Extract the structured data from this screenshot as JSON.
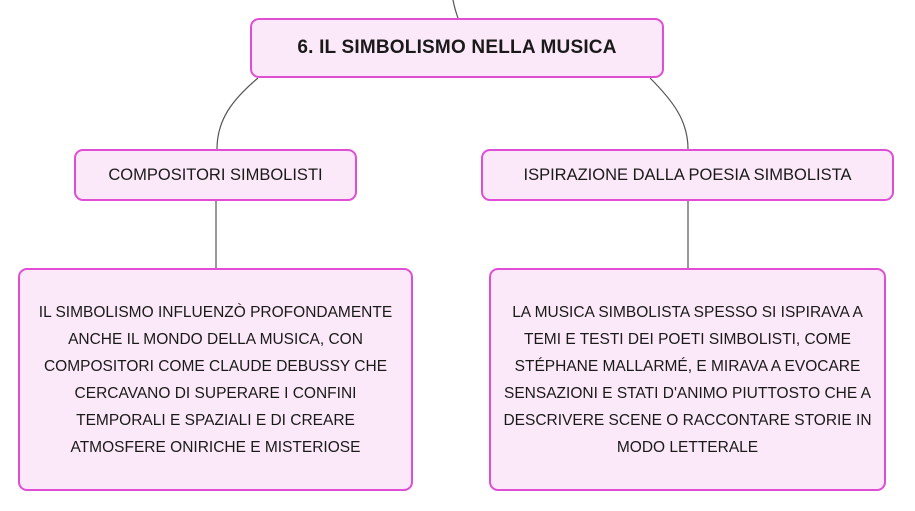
{
  "root": {
    "title": "6. IL SIMBOLISMO NELLA MUSICA"
  },
  "branches": [
    {
      "label": "COMPOSITORI SIMBOLISTI",
      "details": "IL SIMBOLISMO INFLUENZÒ PROFONDAMENTE ANCHE IL MONDO DELLA MUSICA, CON COMPOSITORI COME CLAUDE DEBUSSY CHE CERCAVANO DI SUPERARE I CONFINI TEMPORALI E SPAZIALI E DI CREARE ATMOSFERE ONIRICHE E MISTERIOSE"
    },
    {
      "label": "ISPIRAZIONE DALLA POESIA SIMBOLISTA",
      "details": "LA MUSICA SIMBOLISTA SPESSO SI ISPIRAVA A TEMI E TESTI DEI POETI SIMBOLISTI, COME STÉPHANE MALLARMÉ, E MIRAVA A EVOCARE SENSAZIONI E STATI D'ANIMO PIUTTOSTO CHE A DESCRIVERE SCENE O RACCONTARE STORIE IN MODO LETTERALE"
    }
  ],
  "colors": {
    "node_fill": "#fbe8f8",
    "node_border": "#e04ed6",
    "connector": "#555555"
  }
}
